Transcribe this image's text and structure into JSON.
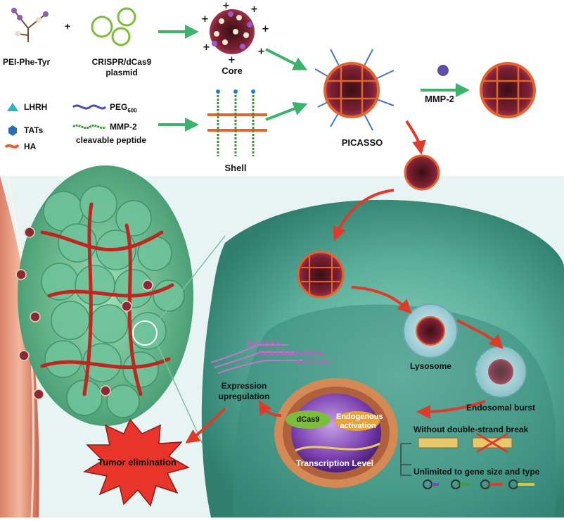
{
  "top": {
    "polymer_label": "PEI-Phe-Tyr",
    "plus_sign": "+",
    "plasmid_label_line1": "CRISPR/dCas9",
    "plasmid_label_line2": "plasmid",
    "core_label": "Core",
    "shell_label": "Shell",
    "picasso_label": "PICASSO",
    "mmp2_label": "MMP-2"
  },
  "legend": {
    "lhrh": "LHRH",
    "tats": "TATs",
    "ha": "HA",
    "peg": "PEG",
    "peg_sub": "600",
    "mmp2_line1": "MMP-2",
    "mmp2_line2": "cleavable peptide"
  },
  "cell": {
    "mrna_text": "AAAAAA",
    "expression_line1": "Expression",
    "expression_line2": "upregulation",
    "lysosome": "Lysosome",
    "endosomal_burst": "Endosomal burst",
    "dcas9": "dCas9",
    "endogenous_line1": "Endogenous",
    "endogenous_line2": "activation",
    "transcription_level": "Transcription Level",
    "without_dsb": "Without double-strand break",
    "unlimited": "Unlimited to gene size and type",
    "tumor_elimination": "Tumor elimination"
  },
  "colors": {
    "tumor_green": "#4fa77e",
    "cell_teal": "#5aae9a",
    "arrow_green": "#3cb36a",
    "arrow_red": "#e13a2a",
    "burst_red": "#e8342b",
    "ha_orange": "#e6642b",
    "vessel_red": "#c0251f"
  }
}
